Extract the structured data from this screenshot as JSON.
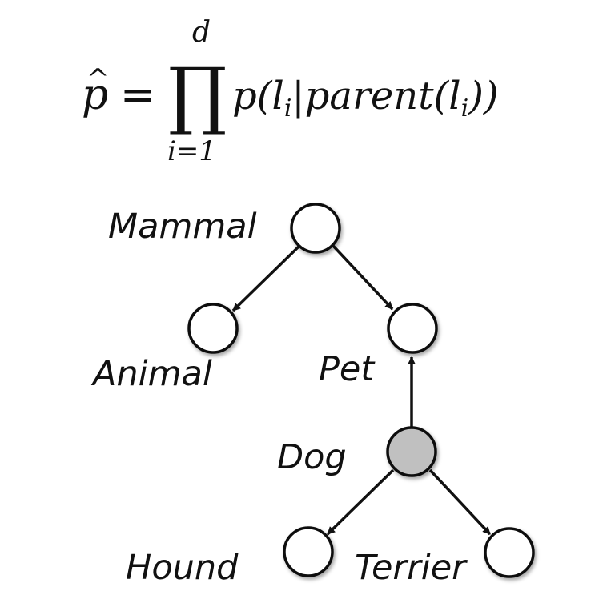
{
  "formula": {
    "lhs": "p",
    "hat": "^",
    "equals": "=",
    "product_symbol": "∏",
    "upper_limit": "d",
    "lower_limit": "i=1",
    "body_prefix": "p(l",
    "body_sub1": "i",
    "body_mid": "|parent(l",
    "body_sub2": "i",
    "body_suffix": "))"
  },
  "tree": {
    "nodes": [
      {
        "id": "mammal",
        "label": "Mammal",
        "highlighted": false
      },
      {
        "id": "animal",
        "label": "Animal",
        "highlighted": false
      },
      {
        "id": "pet",
        "label": "Pet",
        "highlighted": false
      },
      {
        "id": "dog",
        "label": "Dog",
        "highlighted": true
      },
      {
        "id": "hound",
        "label": "Hound",
        "highlighted": false
      },
      {
        "id": "terrier",
        "label": "Terrier",
        "highlighted": false
      }
    ],
    "edges": [
      {
        "from": "mammal",
        "to": "animal"
      },
      {
        "from": "mammal",
        "to": "pet"
      },
      {
        "from": "dog",
        "to": "pet"
      },
      {
        "from": "dog",
        "to": "hound"
      },
      {
        "from": "dog",
        "to": "terrier"
      }
    ],
    "colors": {
      "node_fill": "#ffffff",
      "highlight_fill": "#c0c0c0",
      "stroke": "#111111"
    }
  }
}
